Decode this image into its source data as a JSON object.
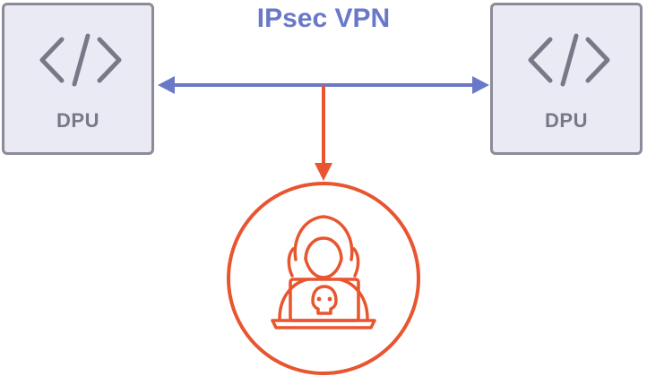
{
  "title": "IPsec VPN",
  "nodes": {
    "left": {
      "label": "DPU",
      "icon": "code-icon"
    },
    "right": {
      "label": "DPU",
      "icon": "code-icon"
    }
  },
  "attacker": {
    "icon": "hacker-icon"
  },
  "colors": {
    "tunnel": "#6a79c7",
    "attack": "#e8552f",
    "node_fill": "#e9eaf4",
    "node_border": "#8d8b99",
    "label": "#7a7888"
  }
}
